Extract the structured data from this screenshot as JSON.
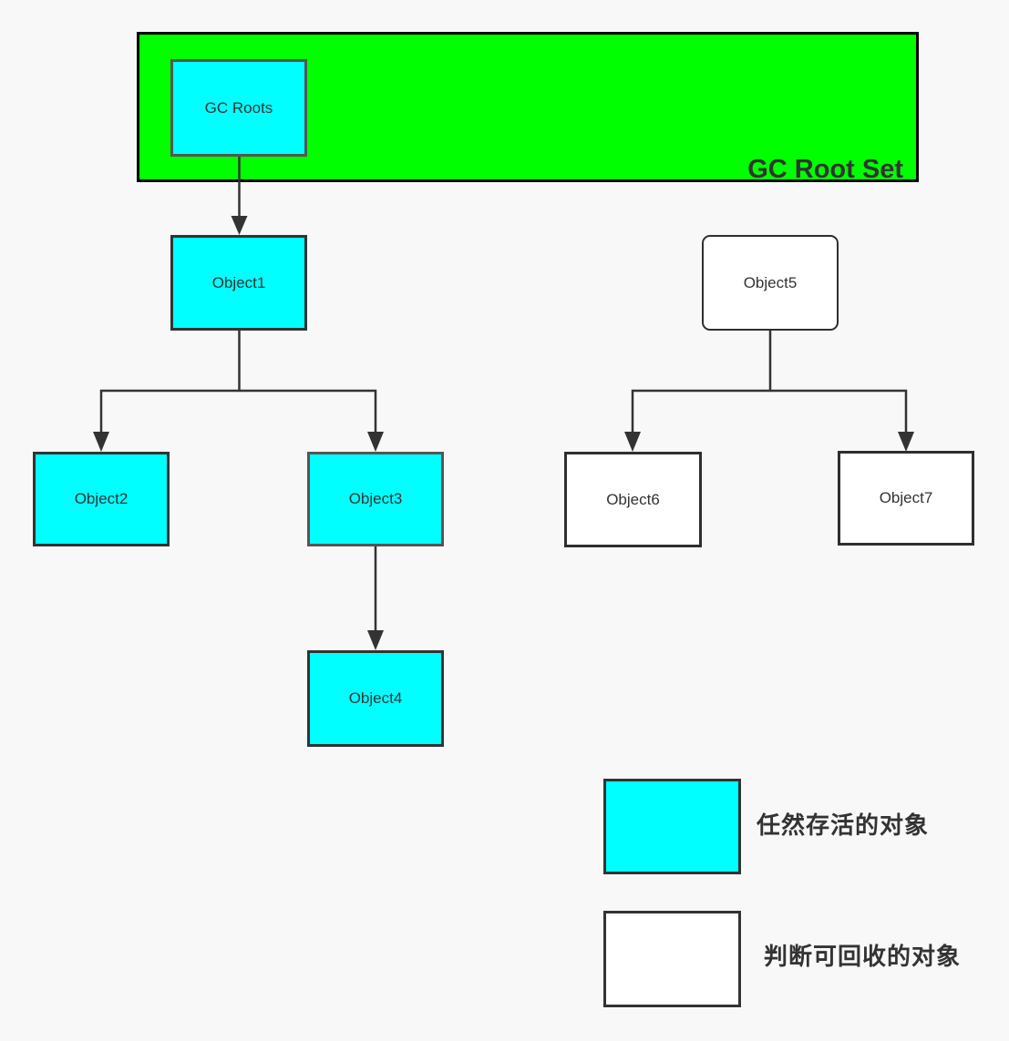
{
  "diagram": {
    "root_set_label": "GC Root Set",
    "nodes": [
      {
        "id": "gc-roots",
        "label": "GC Roots",
        "type": "alive"
      },
      {
        "id": "object1",
        "label": "Object1",
        "type": "alive"
      },
      {
        "id": "object2",
        "label": "Object2",
        "type": "alive"
      },
      {
        "id": "object3",
        "label": "Object3",
        "type": "alive"
      },
      {
        "id": "object4",
        "label": "Object4",
        "type": "alive"
      },
      {
        "id": "object5",
        "label": "Object5",
        "type": "recyclable"
      },
      {
        "id": "object6",
        "label": "Object6",
        "type": "recyclable"
      },
      {
        "id": "object7",
        "label": "Object7",
        "type": "recyclable"
      }
    ],
    "edges": [
      {
        "from": "gc-roots",
        "to": "object1"
      },
      {
        "from": "object1",
        "to": "object2"
      },
      {
        "from": "object1",
        "to": "object3"
      },
      {
        "from": "object3",
        "to": "object4"
      },
      {
        "from": "object5",
        "to": "object6"
      },
      {
        "from": "object5",
        "to": "object7"
      }
    ],
    "legend": {
      "items": [
        {
          "label": "任然存活的对象",
          "type": "alive"
        },
        {
          "label": "判断可回收的对象",
          "type": "recyclable"
        }
      ]
    },
    "colors": {
      "background": "#f8f8f8",
      "root_set_fill": "#00ff00",
      "root_set_border": "#000000",
      "alive_fill": "#00ffff",
      "recyclable_fill": "#ffffff",
      "line": "#333333",
      "text": "#333333"
    }
  }
}
